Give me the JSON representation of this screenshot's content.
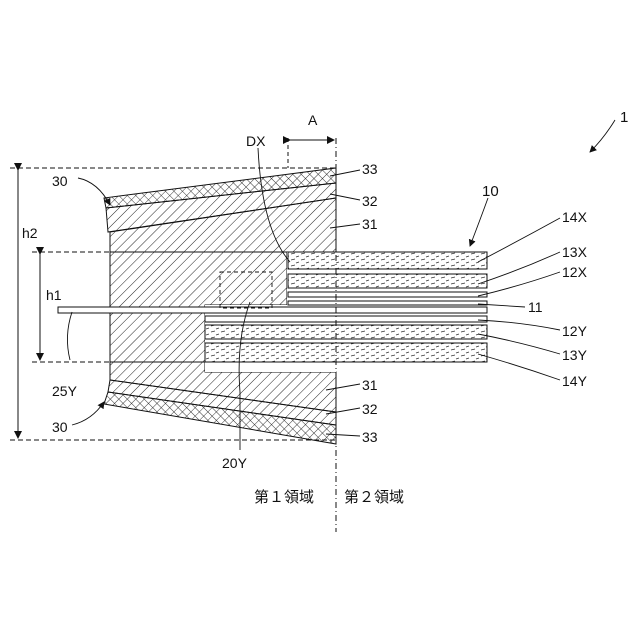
{
  "figure": {
    "ref_main": "1",
    "ref_stack": "10",
    "ref_encap_top": "30",
    "ref_encap_bottom": "30",
    "dim_A": "A",
    "dim_h1": "h1",
    "dim_h2": "h2",
    "dx": "DX",
    "label_25Y": "25Y",
    "label_20Y": "20Y",
    "label_11": "11",
    "top_layers": [
      "33",
      "32",
      "31"
    ],
    "bottom_layers": [
      "31",
      "32",
      "33"
    ],
    "stack_top_layers": [
      "14X",
      "13X",
      "12X"
    ],
    "stack_bottom_layers": [
      "12Y",
      "13Y",
      "14Y"
    ],
    "region_1": "第１領域",
    "region_2": "第２領域"
  }
}
